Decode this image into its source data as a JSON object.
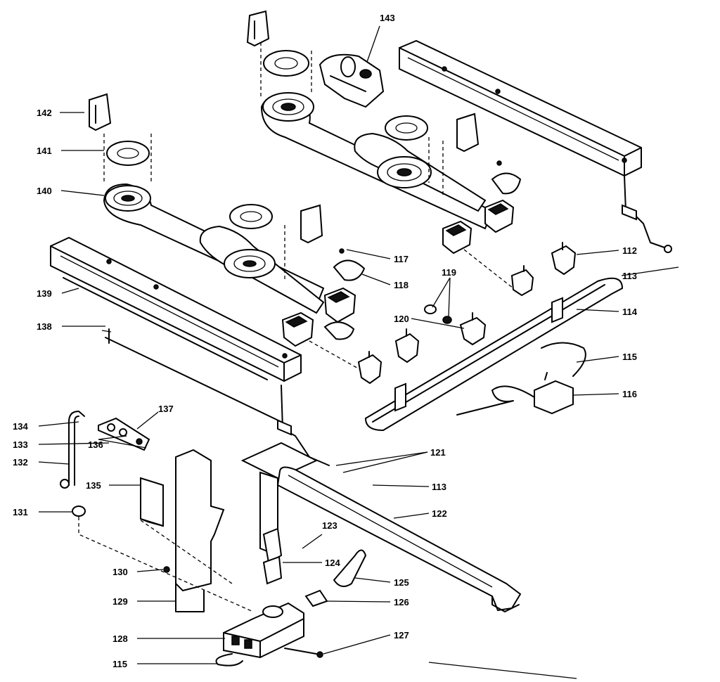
{
  "callouts": [
    {
      "id": "c143",
      "text": "143"
    },
    {
      "id": "c142",
      "text": "142"
    },
    {
      "id": "c141",
      "text": "141"
    },
    {
      "id": "c140",
      "text": "140"
    },
    {
      "id": "c117",
      "text": "117"
    },
    {
      "id": "c118",
      "text": "118"
    },
    {
      "id": "c112",
      "text": "112"
    },
    {
      "id": "c113a",
      "text": "113"
    },
    {
      "id": "c119",
      "text": "119"
    },
    {
      "id": "c139",
      "text": "139"
    },
    {
      "id": "c114",
      "text": "114"
    },
    {
      "id": "c120",
      "text": "120"
    },
    {
      "id": "c138",
      "text": "138"
    },
    {
      "id": "c115a",
      "text": "115"
    },
    {
      "id": "c116",
      "text": "116"
    },
    {
      "id": "c137",
      "text": "137"
    },
    {
      "id": "c134",
      "text": "134"
    },
    {
      "id": "c133",
      "text": "133"
    },
    {
      "id": "c136",
      "text": "136"
    },
    {
      "id": "c132",
      "text": "132"
    },
    {
      "id": "c121",
      "text": "121"
    },
    {
      "id": "c113b",
      "text": "113"
    },
    {
      "id": "c135",
      "text": "135"
    },
    {
      "id": "c131",
      "text": "131"
    },
    {
      "id": "c122",
      "text": "122"
    },
    {
      "id": "c123",
      "text": "123"
    },
    {
      "id": "c124",
      "text": "124"
    },
    {
      "id": "c130",
      "text": "130"
    },
    {
      "id": "c125",
      "text": "125"
    },
    {
      "id": "c129",
      "text": "129"
    },
    {
      "id": "c126",
      "text": "126"
    },
    {
      "id": "c128",
      "text": "128"
    },
    {
      "id": "c127",
      "text": "127"
    },
    {
      "id": "c115b",
      "text": "115"
    }
  ]
}
